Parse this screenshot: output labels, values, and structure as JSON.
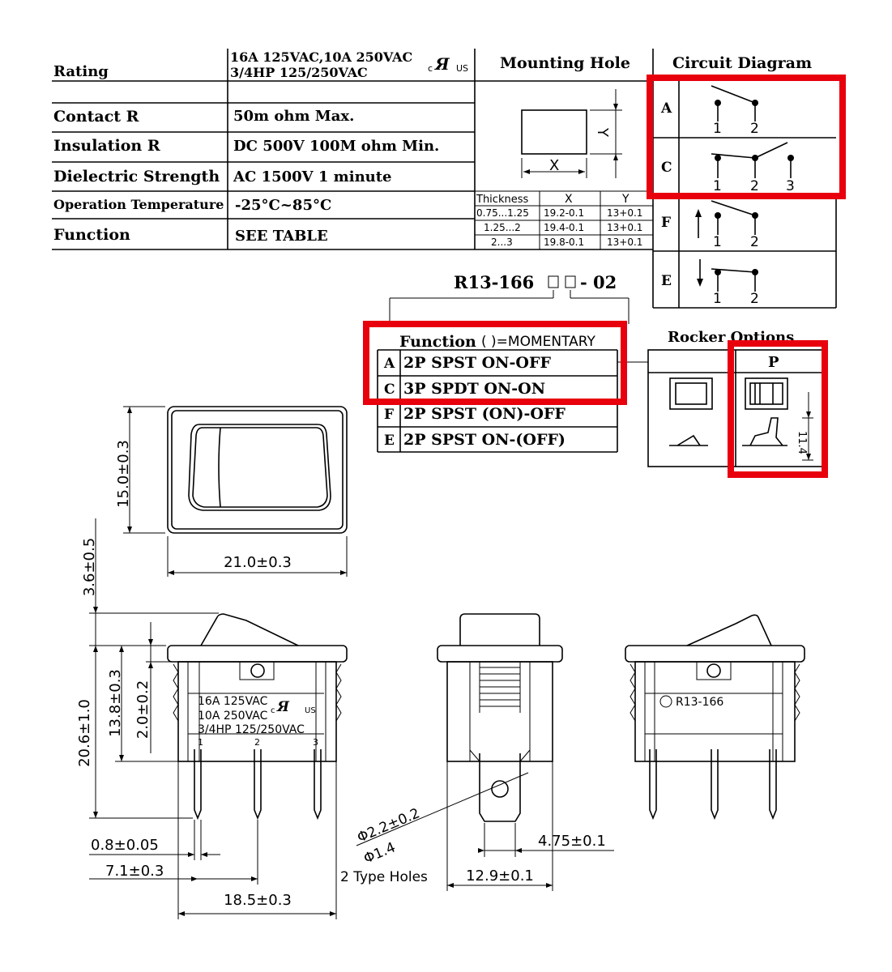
{
  "spec_table": {
    "rows": [
      {
        "label": "Rating",
        "value_line1": "16A 125VAC,10A 250VAC",
        "value_line2": "3/4HP 125/250VAC"
      },
      {
        "label": "Contact R",
        "value": "50m ohm Max."
      },
      {
        "label": "Insulation R",
        "value": "DC 500V 100M ohm Min."
      },
      {
        "label": "Dielectric Strength",
        "value": "AC 1500V 1 minute"
      },
      {
        "label": "Operation Temperature",
        "value": "-25°C~85°C"
      },
      {
        "label": "Function",
        "value": "SEE TABLE"
      }
    ],
    "ul_mark": "c",
    "ul_us": "US"
  },
  "mounting_hole": {
    "title": "Mounting Hole",
    "x_label": "X",
    "y_label": "Y",
    "table": {
      "headers": [
        "Thickness",
        "X",
        "Y"
      ],
      "rows": [
        [
          "0.75...1.25",
          "19.2-0.1",
          "13+0.1"
        ],
        [
          "1.25...2",
          "19.4-0.1",
          "13+0.1"
        ],
        [
          "2...3",
          "19.8-0.1",
          "13+0.1"
        ]
      ]
    }
  },
  "circuit_diagram": {
    "title": "Circuit Diagram",
    "rows": [
      {
        "code": "A",
        "terminals": [
          "1",
          "2"
        ]
      },
      {
        "code": "C",
        "terminals": [
          "1",
          "2",
          "3"
        ]
      },
      {
        "code": "F",
        "terminals": [
          "1",
          "2"
        ]
      },
      {
        "code": "E",
        "terminals": [
          "1",
          "2"
        ]
      }
    ]
  },
  "part_number": {
    "prefix": "R13-166",
    "suffix": "- 02"
  },
  "function_table": {
    "title": "Function",
    "note": "( )=MOMENTARY",
    "rows": [
      {
        "code": "A",
        "desc": "2P SPST ON-OFF"
      },
      {
        "code": "C",
        "desc": "3P SPDT ON-ON"
      },
      {
        "code": "F",
        "desc": "2P SPST (ON)-OFF"
      },
      {
        "code": "E",
        "desc": "2P SPST ON-(OFF)"
      }
    ]
  },
  "rocker_options": {
    "title": "Rocker Options",
    "option": "P",
    "dim": "11.4"
  },
  "drawing": {
    "dims": {
      "height_top": "15.0±0.3",
      "width_top": "21.0±0.3",
      "rocker_height": "3.6±0.5",
      "total_height": "20.6±1.0",
      "body_height": "13.8±0.3",
      "shoulder": "2.0±0.2",
      "pin_thickness": "0.8±0.05",
      "pin_offset": "7.1±0.3",
      "pin_span": "18.5±0.3",
      "hole_big": "Φ2.2±0.2",
      "hole_small": "Φ1.4",
      "hole_note": "2 Type Holes",
      "tab_width": "4.75±0.1",
      "side_width": "12.9±0.1"
    },
    "body_label": {
      "line1": "16A 125VAC",
      "line2": "10A 250VAC",
      "line3": "3/4HP 125/250VAC",
      "pins": [
        "1",
        "2",
        "3"
      ]
    },
    "side_label": "R13-166"
  },
  "highlight_color": "#e8000d"
}
